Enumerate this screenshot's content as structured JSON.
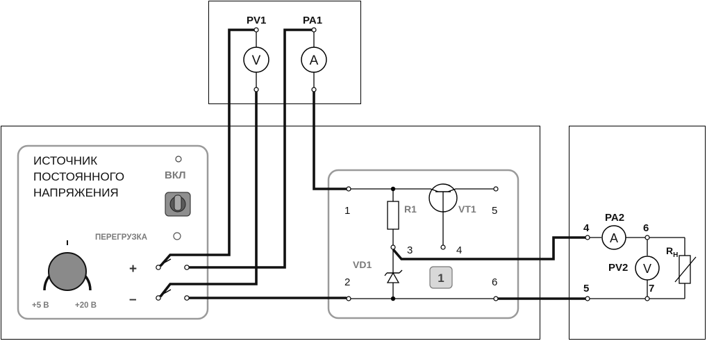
{
  "meters_top": {
    "pv1_label": "PV1",
    "pa1_label": "PA1",
    "voltmeter_symbol": "V",
    "ammeter_symbol": "A"
  },
  "source": {
    "title_line1": "ИСТОЧНИК",
    "title_line2": "ПОСТОЯННОГО",
    "title_line3": "НАПРЯЖЕНИЯ",
    "power_label": "ВКЛ",
    "overload_label": "ПЕРЕГРУЗКА",
    "plus_label": "+",
    "minus_label": "–",
    "range_min": "+5 В",
    "range_max": "+20 В"
  },
  "module": {
    "r1_label": "R1",
    "vt1_label": "VT1",
    "vd1_label": "VD1",
    "module_number": "1",
    "terminals": [
      "1",
      "2",
      "3",
      "4",
      "5",
      "6"
    ]
  },
  "load": {
    "pa2_label": "PA2",
    "pv2_label": "PV2",
    "ammeter_symbol": "A",
    "voltmeter_symbol": "V",
    "rh_label": "R",
    "rh_subscript": "Н",
    "terminals": [
      "4",
      "5",
      "6",
      "7"
    ]
  }
}
